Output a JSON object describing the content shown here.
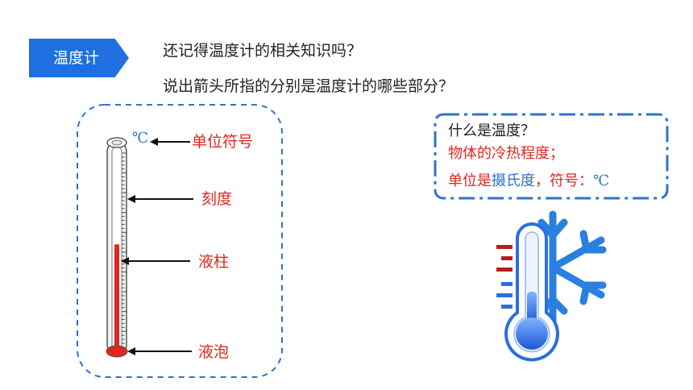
{
  "section_badge": "温度计",
  "questions": {
    "line1": "还记得温度计的相关知识吗？",
    "line2": "说出箭头所指的分别是温度计的哪些部分？"
  },
  "thermometer": {
    "unit_symbol": "℃",
    "labels": {
      "unit": "单位符号",
      "scale": "刻度",
      "column": "液柱",
      "bulb": "液泡"
    },
    "liquid_level_fraction": 0.52
  },
  "info": {
    "question": "什么是温度？",
    "definition": "物体的冷热程度；",
    "unit_prefix": "单位是",
    "unit_name": "摄氏度",
    "unit_mid": "，符号：",
    "unit_symbol": "℃"
  },
  "colors": {
    "accent_blue": "#1f6fe0",
    "label_red": "#e0261c",
    "dash_blue": "#2f73c8",
    "liquid_red": "#e0261c"
  },
  "icons": {
    "cold": "thermometer-snowflake-icon"
  }
}
